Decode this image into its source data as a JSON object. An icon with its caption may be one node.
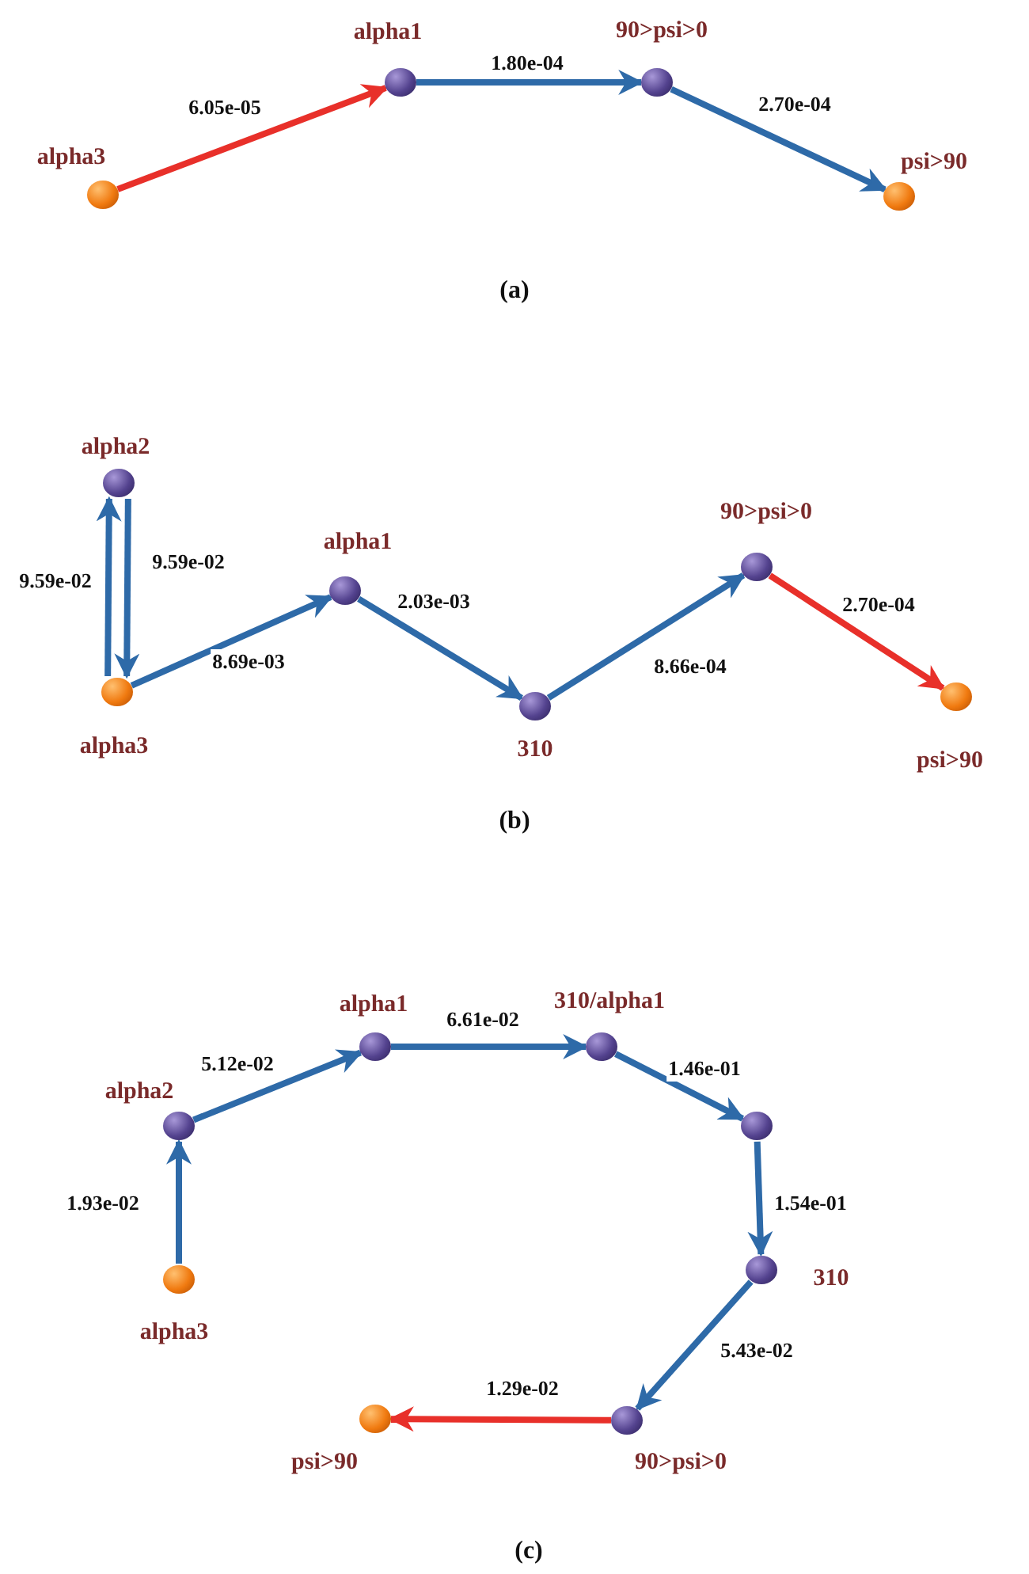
{
  "diagram": {
    "nodes": [
      {
        "text": [
          "alpha3"
        ]
      },
      {
        "text": [
          "alpha1"
        ]
      },
      {
        "text": [
          "90>psi>0"
        ]
      },
      {
        "text": [
          "psi>90"
        ]
      },
      {
        "text": [
          "alpha2"
        ]
      },
      {
        "text": [
          "alpha3"
        ]
      },
      {
        "text": [
          "alpha1"
        ]
      },
      {
        "text": [
          "310"
        ]
      },
      {
        "text": [
          "90>psi>0"
        ]
      },
      {
        "text": [
          "psi>90"
        ]
      },
      {
        "text": [
          "alpha3"
        ]
      },
      {
        "text": [
          "alpha2"
        ]
      },
      {
        "text": [
          "alpha1"
        ]
      },
      {
        "text": [
          "310/alpha1"
        ]
      },
      {
        "text": [],
        "shape": "circle"
      },
      {
        "text": [
          "310"
        ]
      },
      {
        "text": [
          "90>psi>0"
        ]
      },
      {
        "text": [
          "psi>90"
        ]
      }
    ],
    "edges": [
      {
        "from": 0,
        "to": 1,
        "arrow": "to",
        "label": "6.05e-05",
        "color": "#e8302a"
      },
      {
        "from": 1,
        "to": 2,
        "arrow": "to",
        "label": "1.80e-04"
      },
      {
        "from": 2,
        "to": 3,
        "arrow": "to",
        "label": "2.70e-04"
      },
      {
        "from": 5,
        "to": 4,
        "arrow": "to",
        "label": "9.59e-02"
      },
      {
        "from": 4,
        "to": 5,
        "arrow": "to",
        "label": "9.59e-02"
      },
      {
        "from": 5,
        "to": 6,
        "arrow": "to",
        "label": "8.69e-03"
      },
      {
        "from": 6,
        "to": 7,
        "arrow": "to",
        "label": "2.03e-03"
      },
      {
        "from": 7,
        "to": 8,
        "arrow": "to",
        "label": "8.66e-04"
      },
      {
        "from": 8,
        "to": 9,
        "arrow": "to",
        "label": "2.70e-04",
        "color": "#e8302a"
      },
      {
        "from": 10,
        "to": 11,
        "arrow": "to",
        "label": "1.93e-02"
      },
      {
        "from": 11,
        "to": 12,
        "arrow": "to",
        "label": "5.12e-02"
      },
      {
        "from": 12,
        "to": 13,
        "arrow": "to",
        "label": "6.61e-02"
      },
      {
        "from": 13,
        "to": 14,
        "arrow": "to",
        "label": "1.46e-01"
      },
      {
        "from": 14,
        "to": 15,
        "arrow": "to",
        "label": "1.54e-01"
      },
      {
        "from": 15,
        "to": 16,
        "arrow": "to",
        "label": "5.43e-02"
      },
      {
        "from": 16,
        "to": 17,
        "arrow": "to",
        "label": "1.29e-02",
        "color": "#e8302a"
      }
    ],
    "labels": [
      "(a)",
      "(b)",
      "(c)"
    ]
  }
}
